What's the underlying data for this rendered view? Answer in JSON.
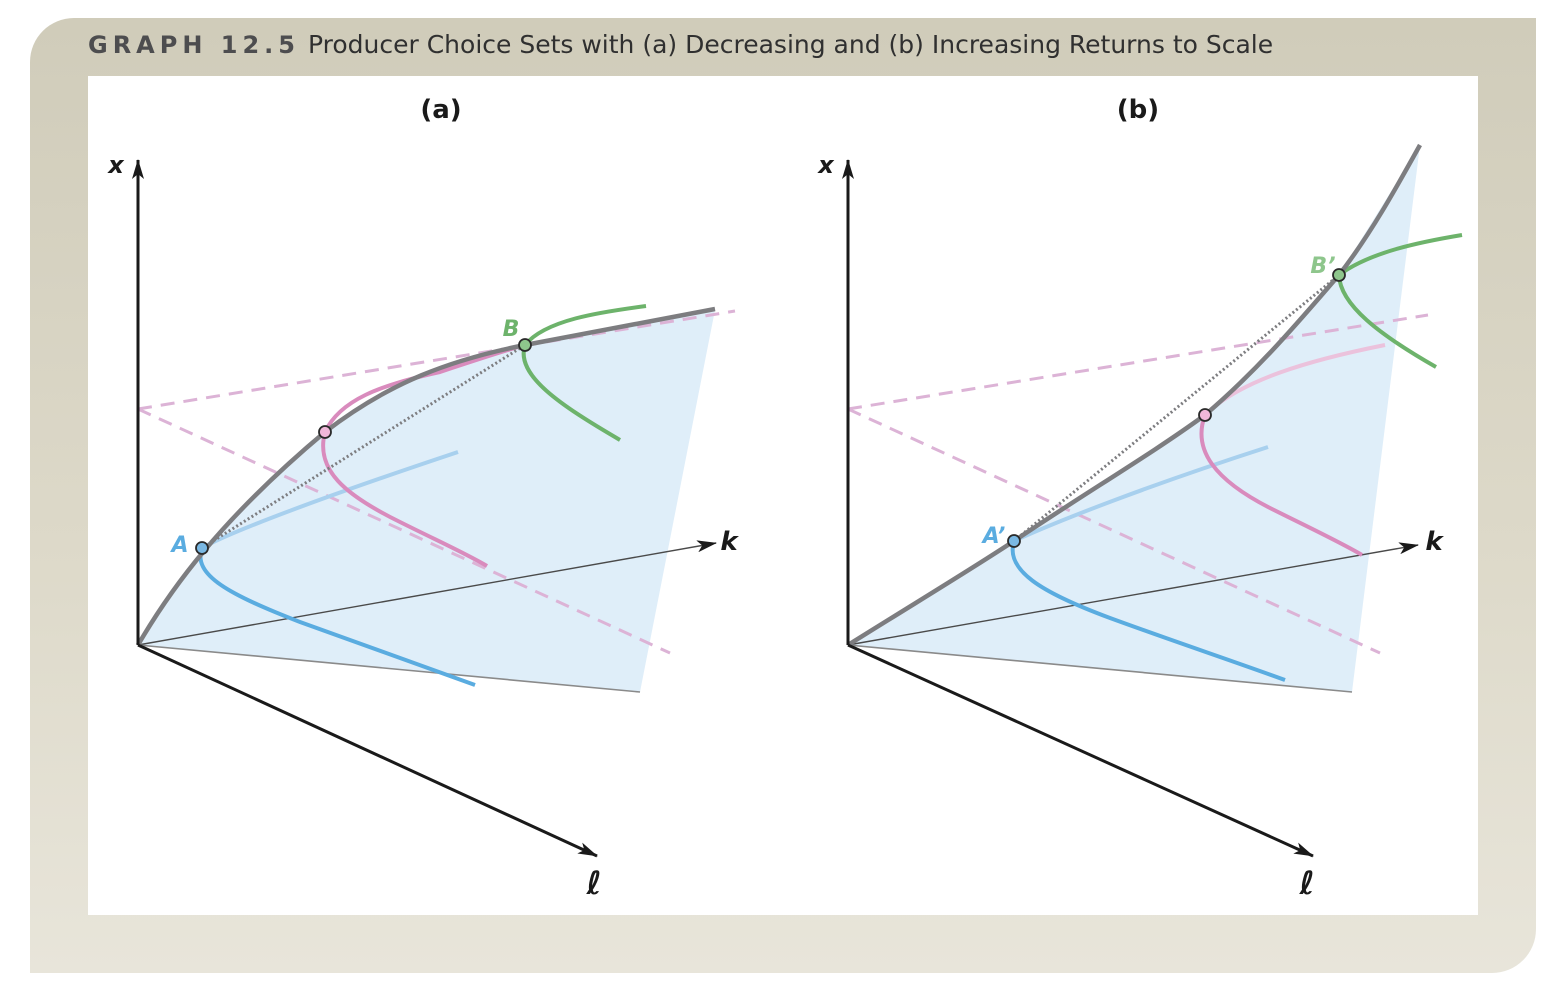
{
  "caption": {
    "label": "GRAPH 12.5",
    "title": "Producer Choice Sets with (a) Decreasing and (b) Increasing Returns to Scale"
  },
  "panel_a": {
    "title": "(a)",
    "axis_x": "x",
    "axis_k": "k",
    "axis_l": "ℓ",
    "point_low": "A",
    "point_high": "B"
  },
  "panel_b": {
    "title": "(b)",
    "axis_x": "x",
    "axis_k": "k",
    "axis_l": "ℓ",
    "point_low": "A’",
    "point_high": "B’"
  },
  "colors": {
    "blue": "#5aace0",
    "pink": "#d98bbd",
    "green": "#6db36b",
    "gray": "#7d7d80",
    "fill": "#dfeef9",
    "pink_dash": "#dcb3d6"
  }
}
